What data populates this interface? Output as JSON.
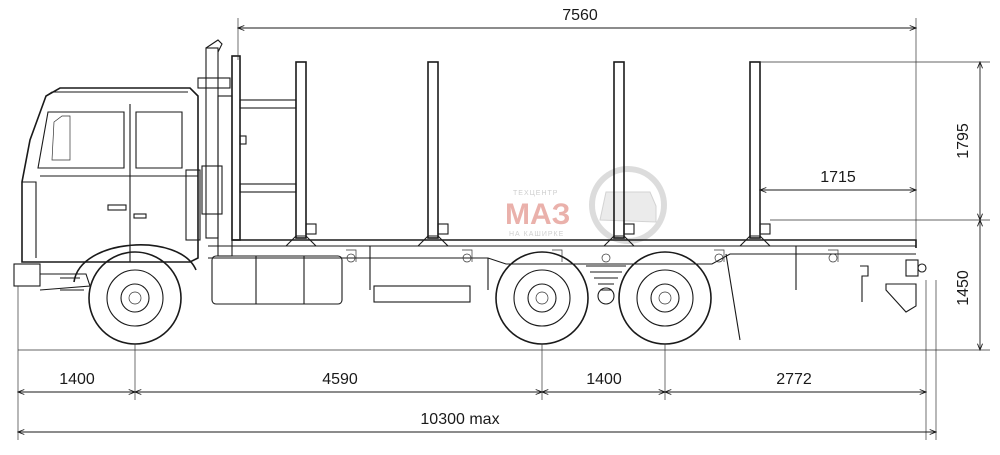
{
  "dimensions": {
    "platform_length": "7560",
    "stake_height": "1795",
    "rear_stake_offset": "1715",
    "frame_height": "1450",
    "front_overhang": "1400",
    "wheelbase": "4590",
    "bogie_spacing": "1400",
    "rear_overhang": "2772",
    "overall_length": "10300 max"
  },
  "watermark": {
    "top_text": "ТЕХЦЕНТР",
    "brand": "МАЗ",
    "bottom_text": "НА КАШИРКЕ"
  }
}
